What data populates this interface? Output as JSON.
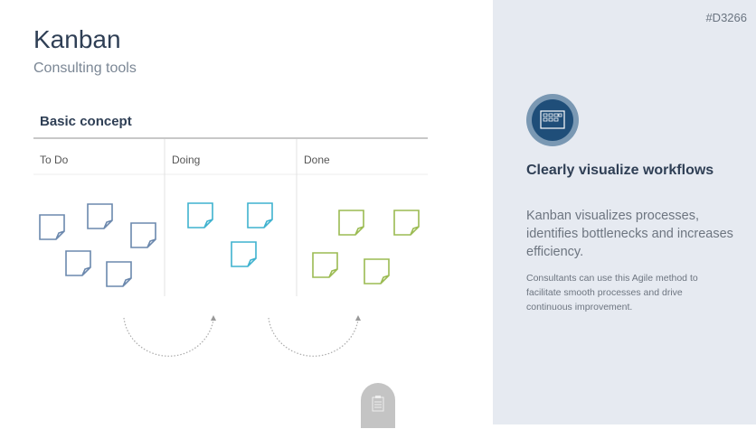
{
  "header": {
    "title": "Kanban",
    "subtitle": "Consulting tools",
    "code": "#D3266"
  },
  "board": {
    "section_title": "Basic concept",
    "columns": [
      {
        "label": "To Do",
        "notes": 5
      },
      {
        "label": "Doing",
        "notes": 3
      },
      {
        "label": "Done",
        "notes": 4
      }
    ]
  },
  "panel": {
    "icon": "kanban-board-icon",
    "heading": "Clearly visualize workflows",
    "lead": "Kanban visualizes processes, identifies bottlenecks and increases efficiency.",
    "body": "Consultants can use this Agile method to facilitate smooth processes and drive continuous improvement."
  },
  "colors": {
    "todo": "#6b88ad",
    "doing": "#3fb2cf",
    "done": "#9bbb52",
    "title": "#2f3f55",
    "panel": "#e6eaf1",
    "icon_bg": "#1f4e79",
    "icon_ring": "#7a98b3"
  },
  "footer": {
    "icon": "clipboard-icon"
  }
}
